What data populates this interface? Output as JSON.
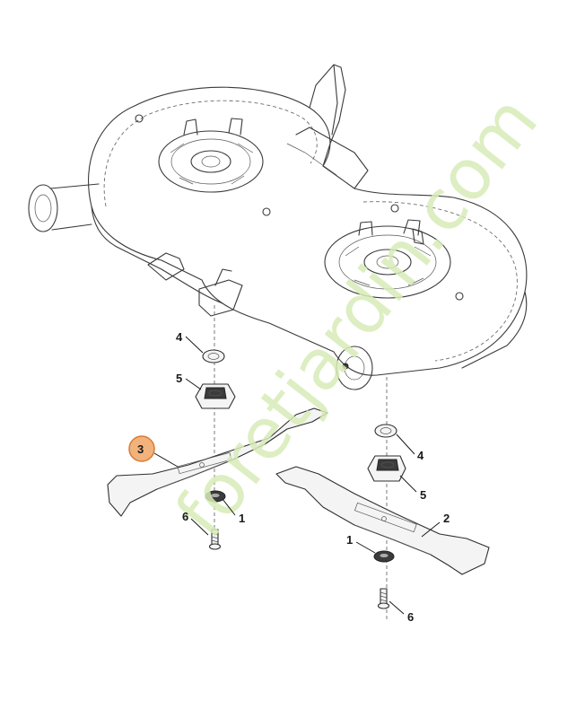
{
  "callouts": {
    "c1_left": "1",
    "c1_right": "1",
    "c2": "2",
    "c3": "3",
    "c4_top": "4",
    "c4_right": "4",
    "c5_top": "5",
    "c5_right": "5",
    "c6_left": "6",
    "c6_right": "6"
  },
  "watermark": {
    "text": "foretjardin.com"
  },
  "colors": {
    "highlight_fill": "#f2b27c",
    "highlight_stroke": "#d97a36",
    "watermark_green": "#d8ecb8",
    "watermark_orange": "#f6d3b5"
  }
}
